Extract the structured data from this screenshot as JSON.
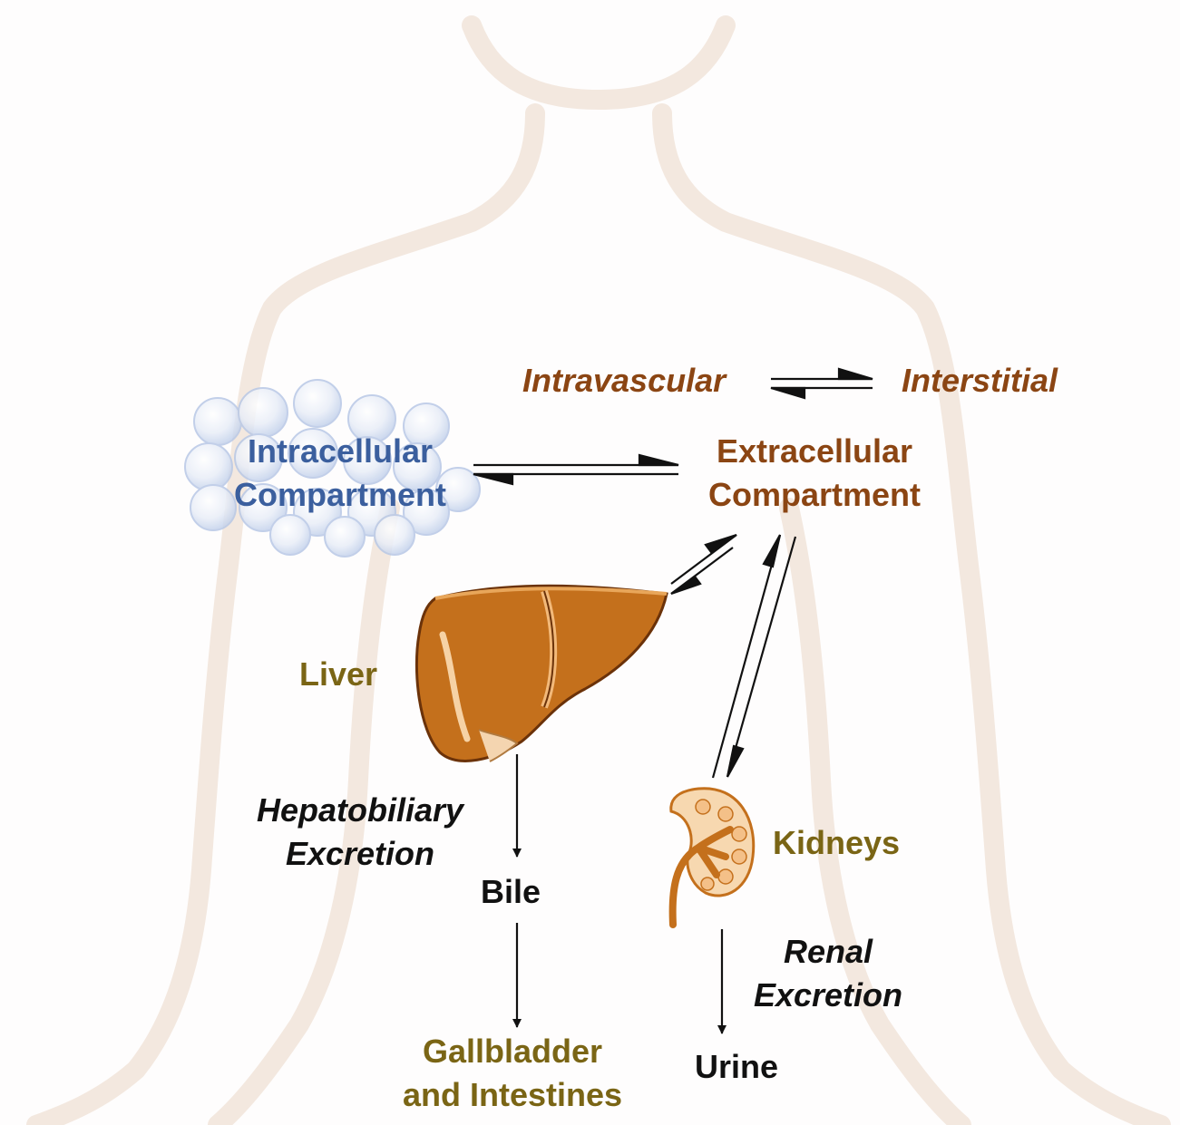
{
  "labels": {
    "intravascular": "Intravascular",
    "interstitial": "Interstitial",
    "intracellular": [
      "Intracellular",
      "Compartment"
    ],
    "extracellular": [
      "Extracellular",
      "Compartment"
    ],
    "liver": "Liver",
    "hepatobiliary": [
      "Hepatobiliary",
      "Excretion"
    ],
    "bile": "Bile",
    "gallbladder": [
      "Gallbladder",
      "and Intestines"
    ],
    "kidneys": "Kidneys",
    "renal": [
      "Renal",
      "Excretion"
    ],
    "urine": "Urine"
  },
  "colors": {
    "compartment": "#8b4513",
    "intracellular": "#3b5f9e",
    "organ_label": "#7a6515",
    "process": "#111111",
    "body_outline": "#f3e8df",
    "liver_fill": "#c4701c",
    "kidney_fill": "#f7d8b0"
  },
  "icons": [
    "body-silhouette",
    "cell-cluster-icon",
    "liver-icon",
    "kidney-icon"
  ]
}
